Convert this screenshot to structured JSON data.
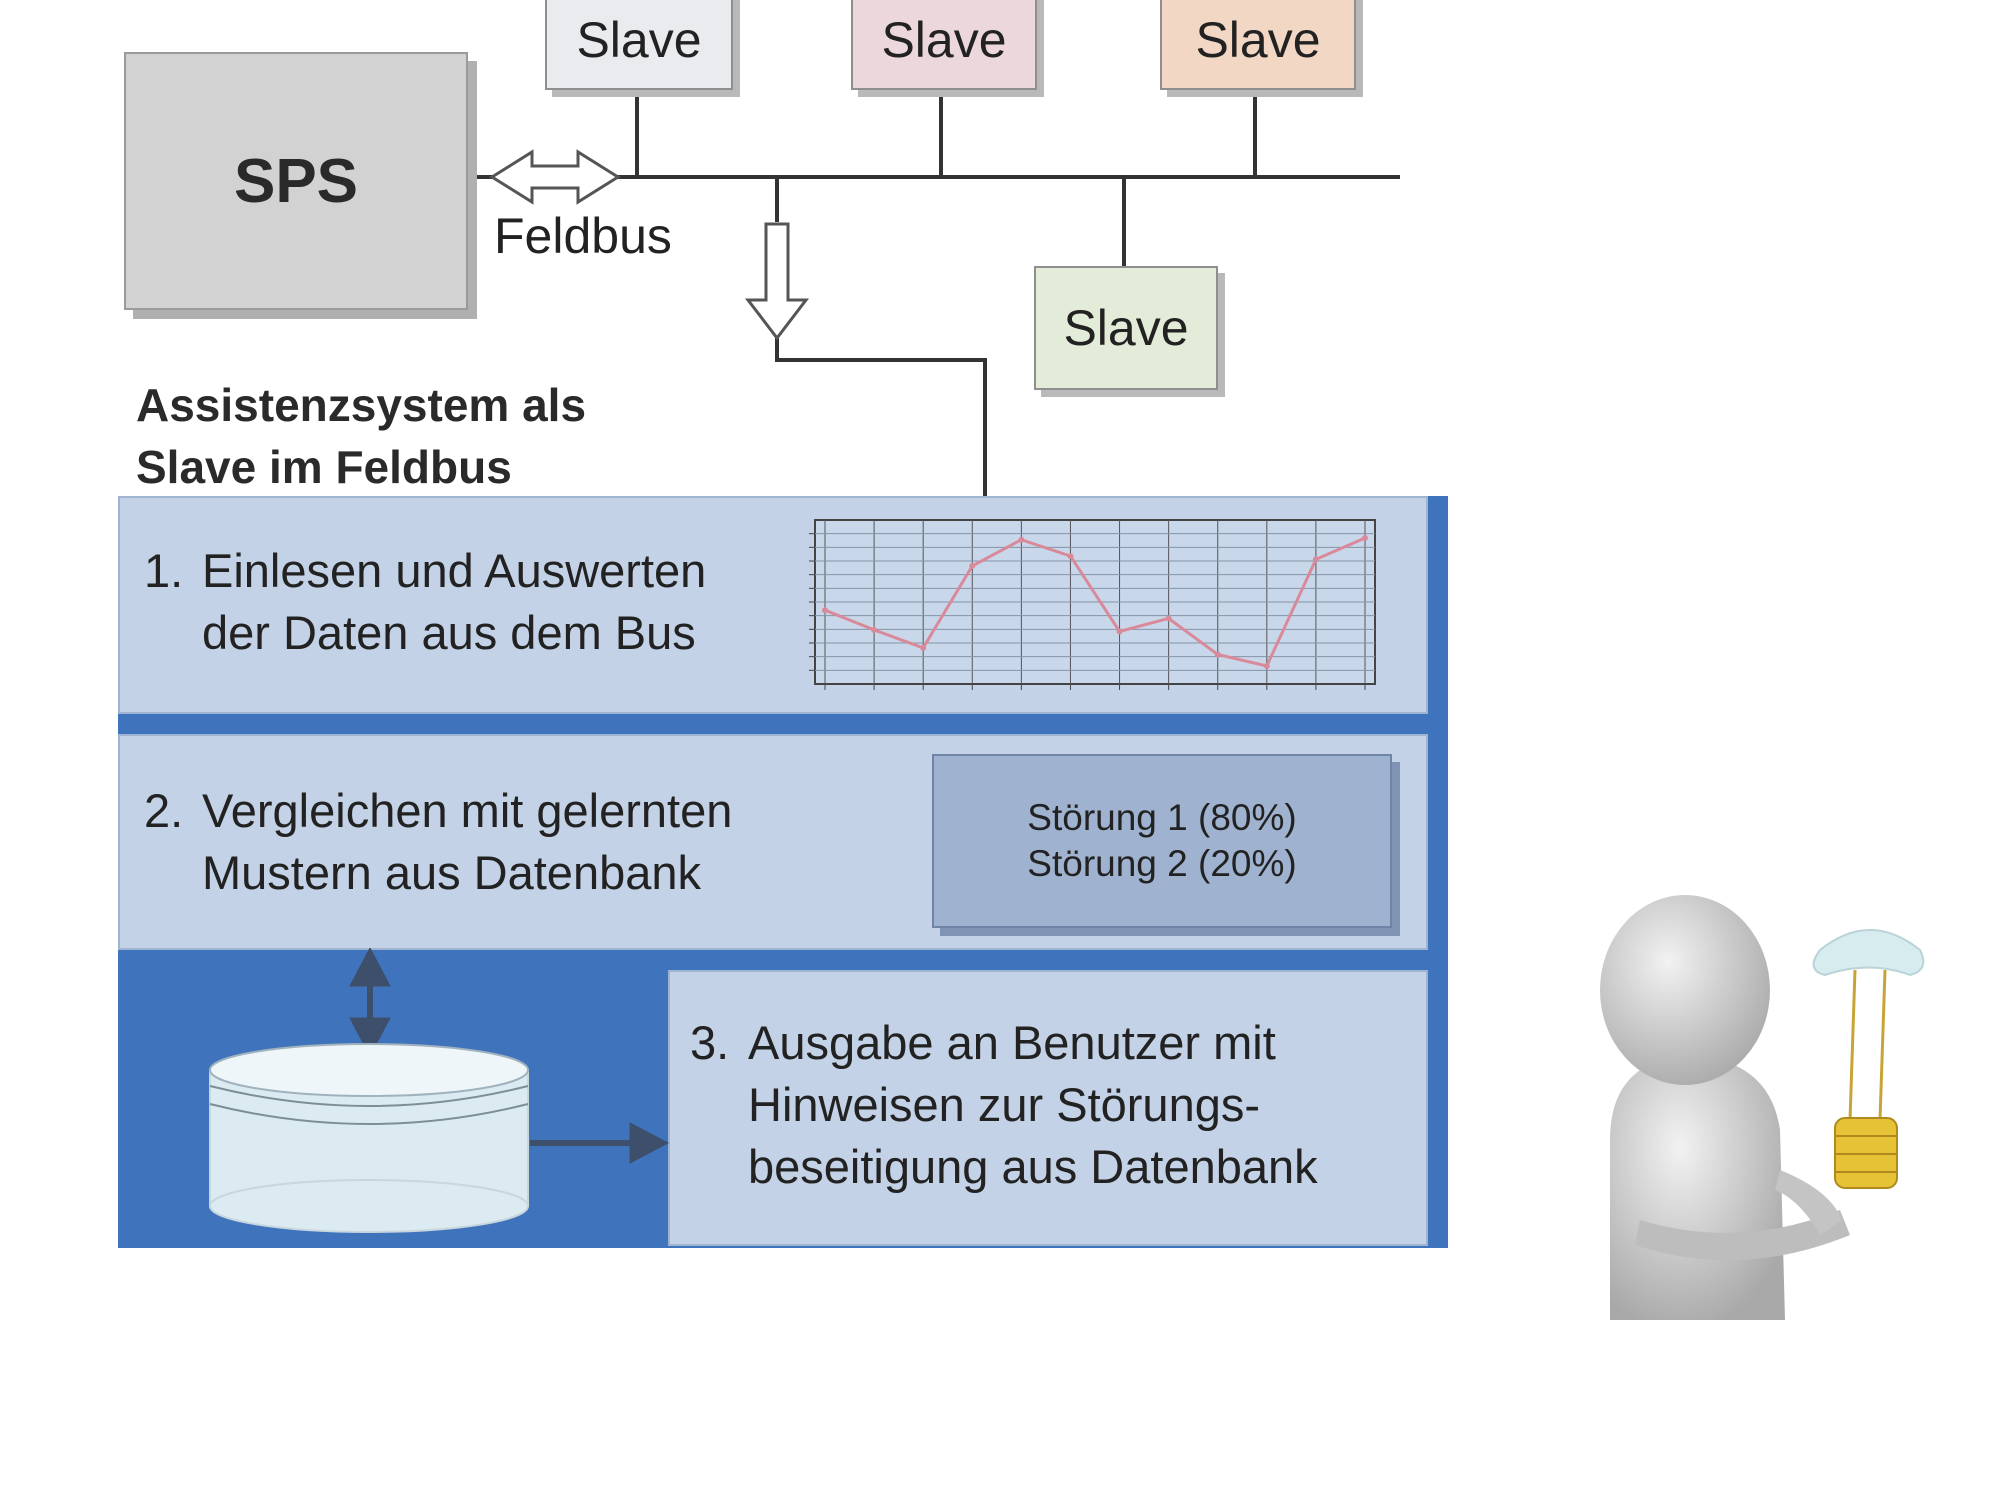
{
  "diagram": {
    "slave_label": "Slave",
    "sps_label": "SPS",
    "bus_label": "Feldbus",
    "assist_title_line1": "Assistenzsystem als",
    "assist_title_line2": "Slave im Feldbus",
    "steps": [
      {
        "number": "1.",
        "line1": "Einlesen und Auswerten",
        "line2": "der  Daten  aus dem Bus"
      },
      {
        "number": "2.",
        "line1": "Vergleichen mit gelernten",
        "line2": "Mustern aus Datenbank"
      },
      {
        "number": "3.",
        "line1": "Ausgabe an Benutzer mit",
        "line2": "Hinweisen zur Störungs-",
        "line3": "beseitigung aus Datenbank"
      }
    ],
    "results": [
      "Störung 1 (80%)",
      "Störung 2 (20%)"
    ],
    "slave_colors": [
      "#e9ebee",
      "#ecd8dc",
      "#f2d8c4",
      "#e3ecd8"
    ],
    "accent_color": "#3f74bd",
    "icons": [
      "bidirectional-arrow-icon",
      "down-arrow-icon",
      "database-icon",
      "person-with-lightbulb-icon"
    ]
  },
  "chart_data": {
    "type": "line",
    "values": [
      0.45,
      0.33,
      0.22,
      0.72,
      0.88,
      0.78,
      0.32,
      0.4,
      0.18,
      0.11,
      0.76,
      0.89
    ],
    "ylim": [
      0,
      1
    ]
  }
}
